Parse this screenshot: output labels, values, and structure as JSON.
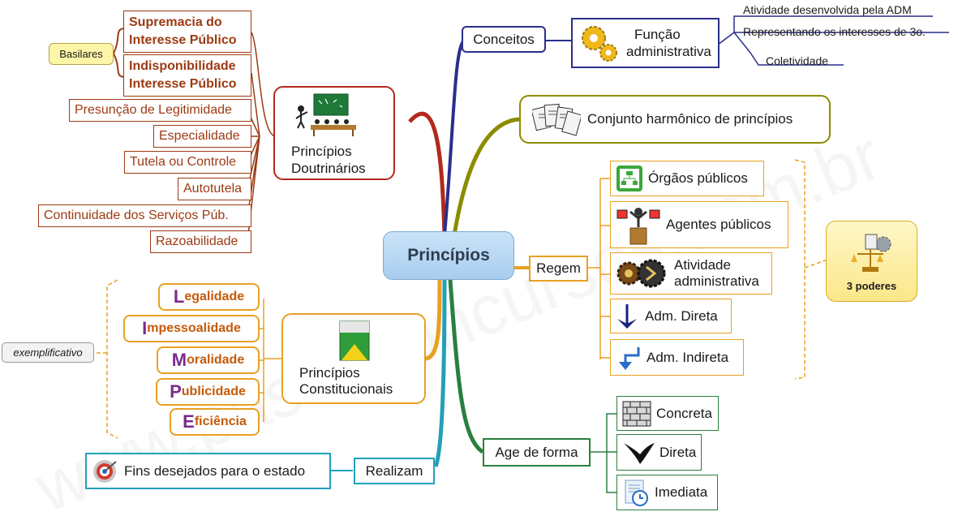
{
  "center": "Princípios",
  "watermark": "www.passeconcursos.com.br",
  "doutrinarios": {
    "title_line1": "Princípios",
    "title_line2": "Doutrinários",
    "basilares": "Basilares",
    "supremacia_l1": "Supremacia do",
    "supremacia_l2": "Interesse Público",
    "indisp_l1": "Indisponibilidade",
    "indisp_l2": "Interesse Público",
    "items": [
      "Presunção de Legitimidade",
      "Especialidade",
      "Tutela ou Controle",
      "Autotutela",
      "Continuidade dos Serviços Púb.",
      "Razoabilidade"
    ]
  },
  "constitucionais": {
    "title_line1": "Princípios",
    "title_line2": "Constitucionais",
    "note": "exemplificativo",
    "items": [
      {
        "initial": "L",
        "rest": "egalidade"
      },
      {
        "initial": "I",
        "rest": "mpessoalidade"
      },
      {
        "initial": "M",
        "rest": "oralidade"
      },
      {
        "initial": "P",
        "rest": "ublicidade"
      },
      {
        "initial": "E",
        "rest": "ficiência"
      }
    ]
  },
  "realizam": {
    "label": "Realizam",
    "target": "Fins desejados para o estado"
  },
  "conceitos": {
    "label": "Conceitos",
    "funcao_l1": "Função",
    "funcao_l2": "administrativa",
    "sub": [
      "Atividade desenvolvida pela ADM",
      "Representando os interesses de 3o.",
      "Coletividade"
    ]
  },
  "conjunto": "Conjunto harmônico de princípios",
  "regem": {
    "label": "Regem",
    "items": [
      "Órgãos públicos",
      "Agentes públicos",
      "Atividade",
      "administrativa",
      "Adm. Direta",
      "Adm. Indireta"
    ],
    "poderes": "3 poderes"
  },
  "age": {
    "label": "Age de forma",
    "items": [
      "Concreta",
      "Direta",
      "Imediata"
    ]
  },
  "colors": {
    "red": "#b3291c",
    "olive": "#8c8c00",
    "orange": "#e8a020",
    "teal": "#22a0b8",
    "green": "#2a7f3e",
    "navy": "#2a2f8c",
    "brown": "#9c3a12"
  }
}
